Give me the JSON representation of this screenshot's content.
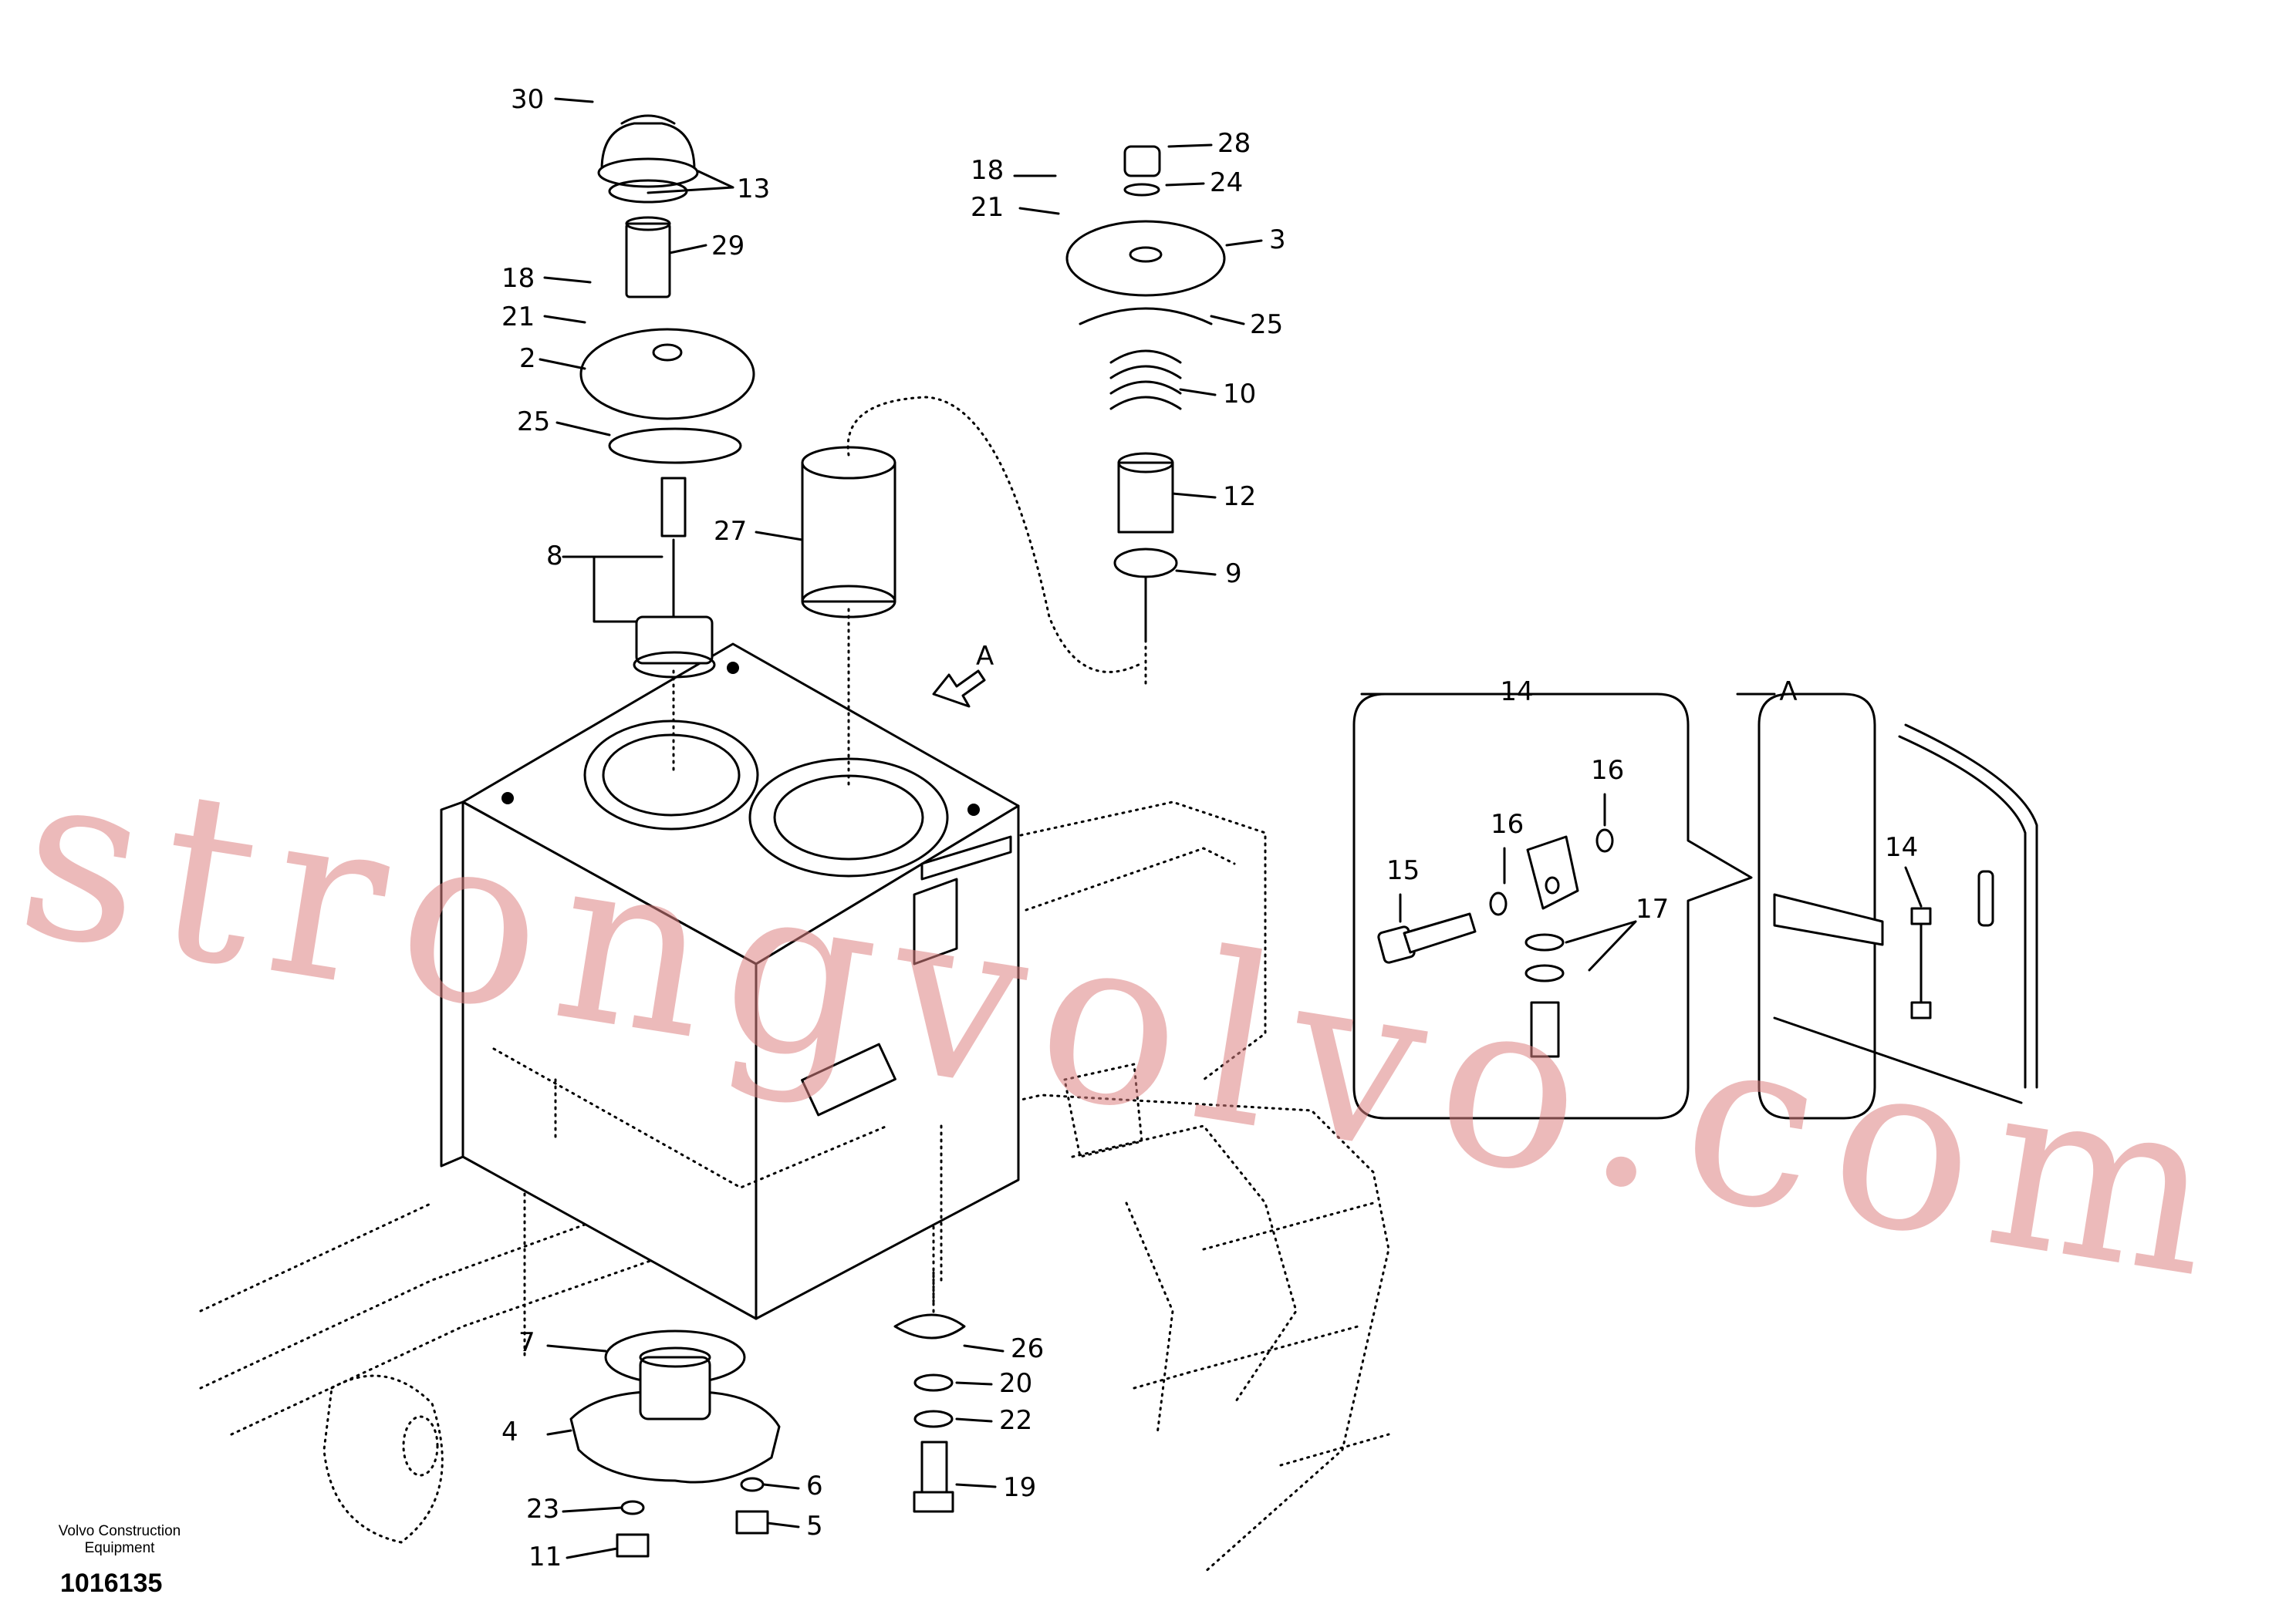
{
  "publisher": "Volvo Construction Equipment",
  "illustration_number": "1016135",
  "watermark_text": "strongvolvo.com",
  "detail_views": {
    "left": "14",
    "right": "A"
  },
  "view_arrow_label": "A",
  "callouts": [
    "30",
    "13",
    "29",
    "18",
    "21",
    "2",
    "25",
    "8",
    "27",
    "28",
    "18",
    "24",
    "21",
    "3",
    "25",
    "10",
    "12",
    "9",
    "7",
    "4",
    "23",
    "6",
    "11",
    "5",
    "26",
    "20",
    "22",
    "19",
    "16",
    "16",
    "15",
    "17",
    "14"
  ]
}
